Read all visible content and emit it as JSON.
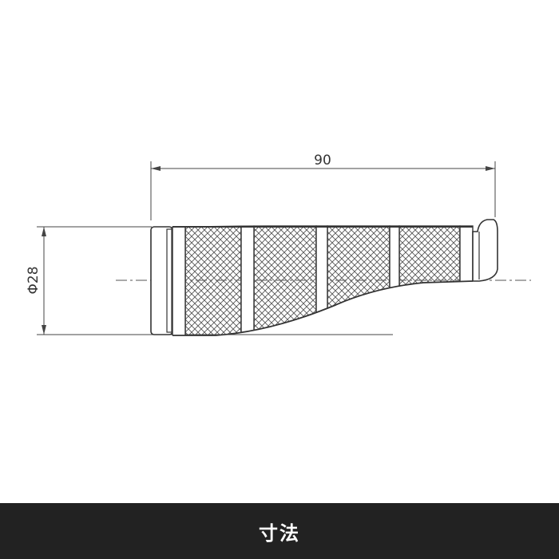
{
  "drawing": {
    "length_dimension": "90",
    "diameter_dimension": "Φ28"
  },
  "footer": {
    "title": "寸法"
  },
  "colors": {
    "line": "#333333",
    "footer_bg": "#222222",
    "footer_text": "#ffffff",
    "background": "#ffffff"
  }
}
